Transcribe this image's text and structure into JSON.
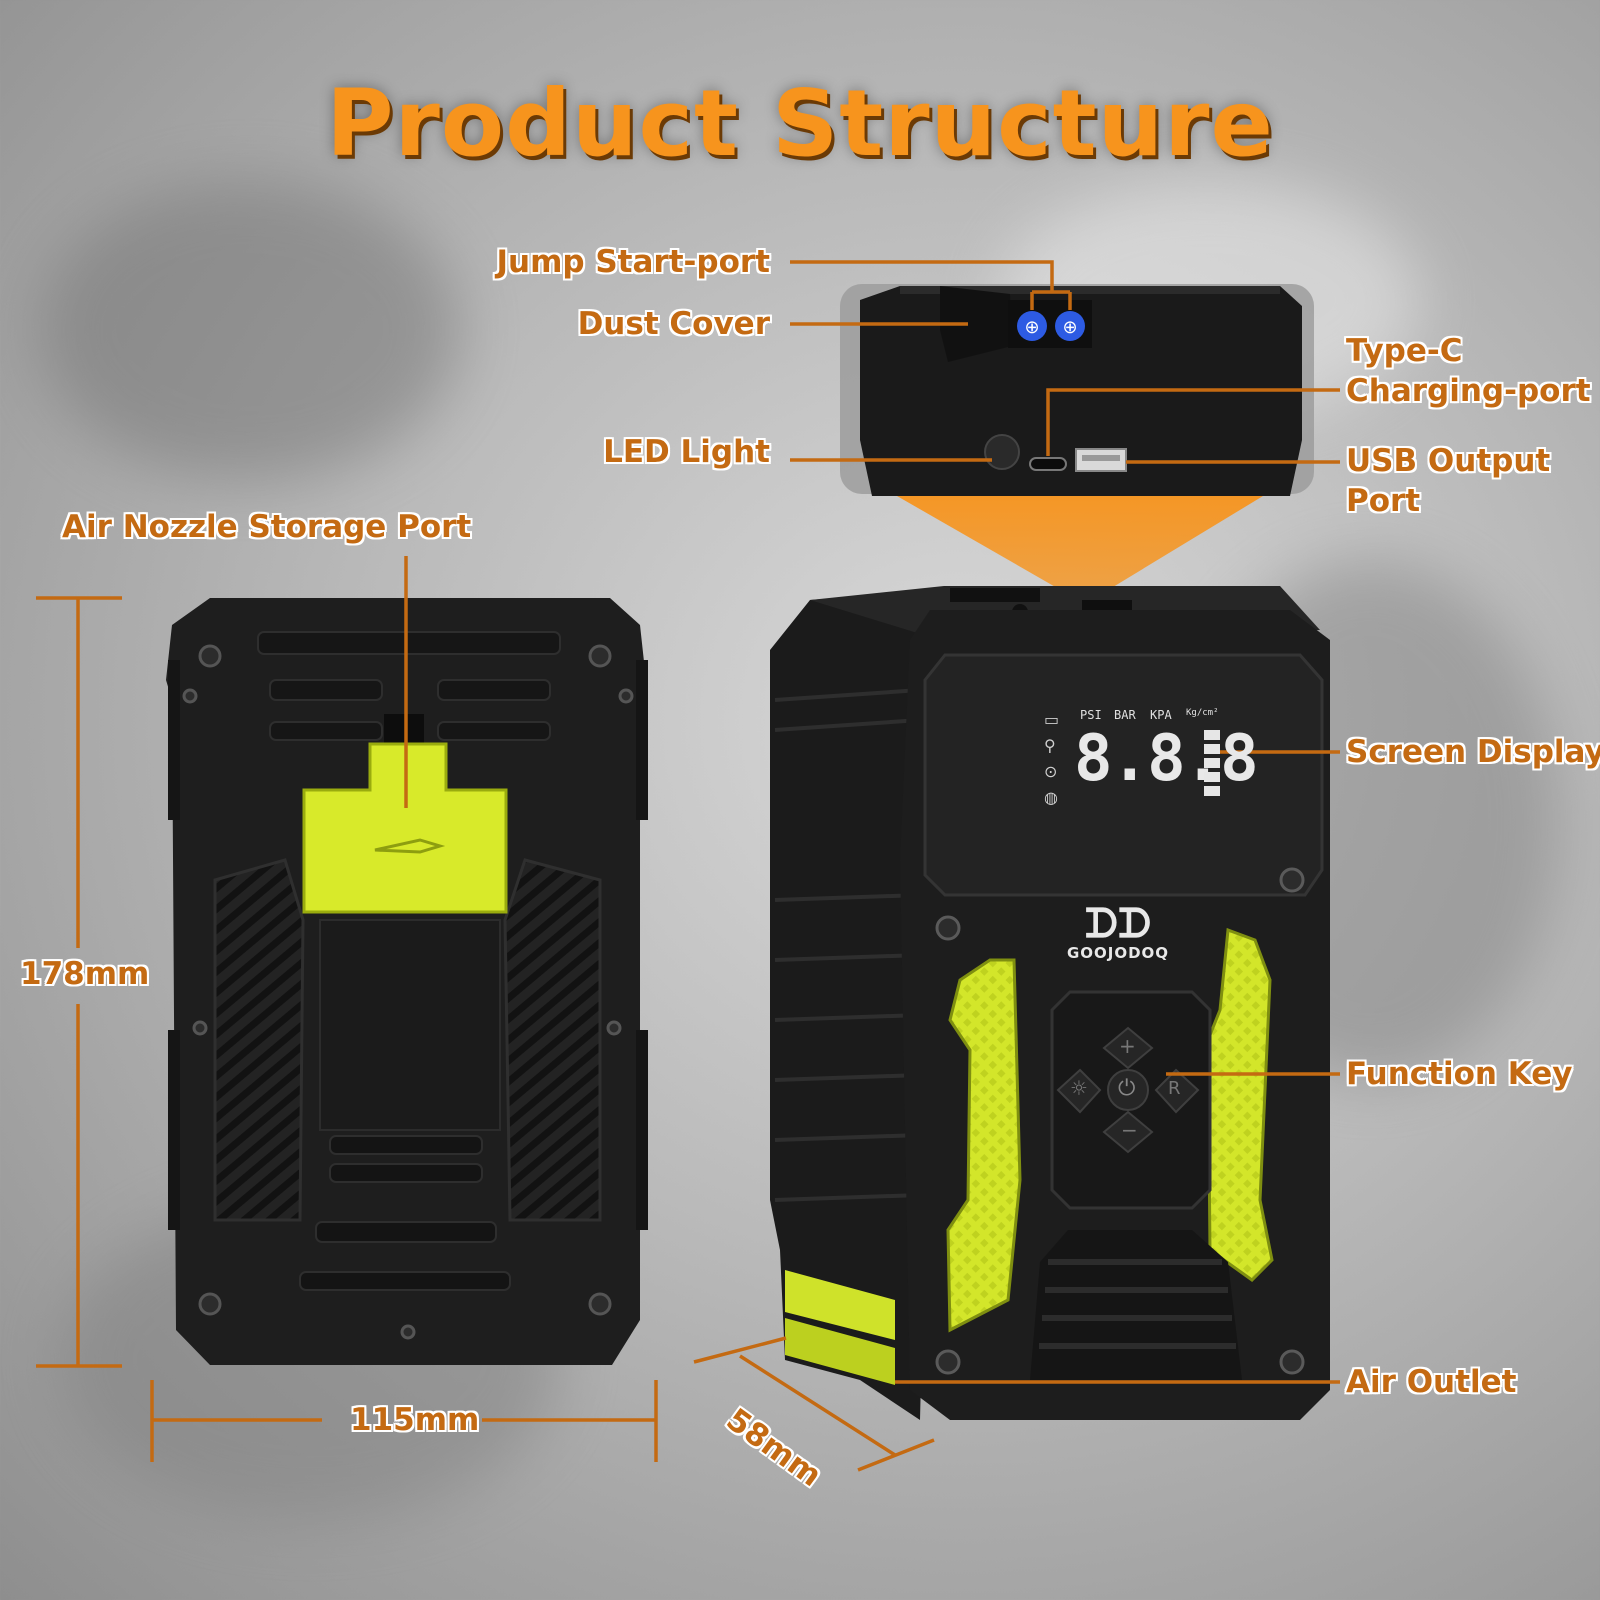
{
  "title": "Product Structure",
  "labels": {
    "jump_start_port": "Jump Start-port",
    "dust_cover": "Dust Cover",
    "type_c_line1": "Type-C",
    "type_c_line2": "Charging-port",
    "led_light": "LED Light",
    "usb_line1": "USB Output",
    "usb_line2": "Port",
    "air_nozzle": "Air Nozzle Storage Port",
    "screen_display": "Screen Display",
    "function_key": "Function Key",
    "air_outlet": "Air Outlet"
  },
  "dimensions": {
    "height": "178mm",
    "width": "115mm",
    "depth": "58mm"
  },
  "screen": {
    "units": [
      "PSI",
      "BAR",
      "KPA",
      "Kg/cm²"
    ],
    "digits": "8.8.8"
  },
  "brand": "GOOJODOQ",
  "keys": {
    "plus": "+",
    "minus": "−",
    "mode": "R",
    "light": "☼",
    "power": "⏻"
  },
  "colors": {
    "accent": "#f7941d",
    "label": "#c46a12",
    "device": "#1c1c1c",
    "lime": "#d7ea2b"
  }
}
